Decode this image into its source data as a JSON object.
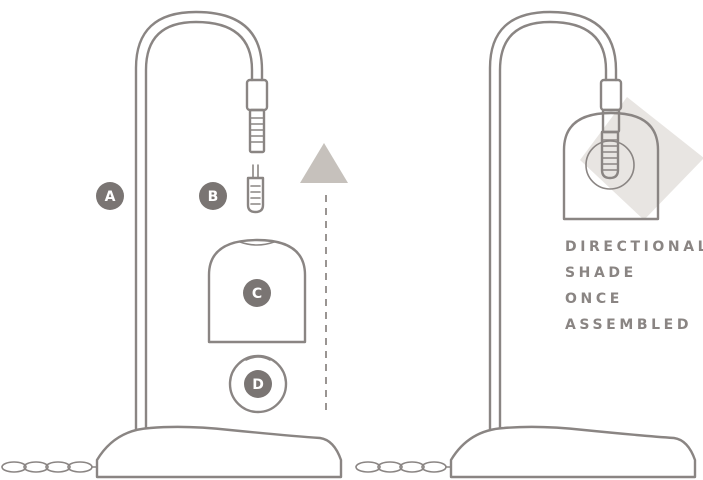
{
  "badges": {
    "a": "A",
    "b": "B",
    "c": "C",
    "d": "D"
  },
  "note": {
    "line1": "DIRECTIONAL",
    "line2": "SHADE",
    "line3": "ONCE",
    "line4": "ASSEMBLED"
  },
  "colors": {
    "outline": "#8a8583",
    "badge": "#7a7573",
    "arrow": "#c6c1bc",
    "shade_highlight": "#e8e5e2"
  }
}
